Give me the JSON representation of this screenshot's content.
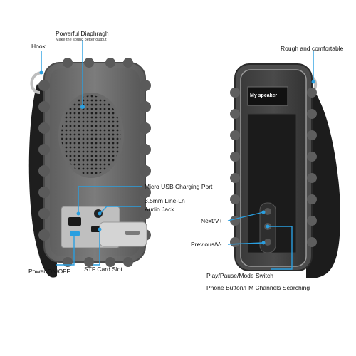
{
  "product": {
    "screen_label": "My speaker"
  },
  "callouts": {
    "diaphragm_title": "Powerful Diaphragh",
    "diaphragm_sub": "Make the sound better output",
    "hook": "Hook",
    "rough": "Rough and comfortable",
    "usb": "Micro USB Charging Port",
    "jack_line1": "3.5mm Line-Ln",
    "jack_line2": "Audio Jack",
    "power": "Power ON/OFF",
    "stf": "STF Card Slot",
    "next": "Next/V+",
    "previous": "Previous/V-",
    "play": "Play/Pause/Mode Switch",
    "phone": "Phone Button/FM Channels Searching"
  },
  "colors": {
    "callout_line": "#2a9fe0",
    "body_gray": "#7a7a7a",
    "body_dark": "#2b2b2b",
    "strap": "#1c1c1c"
  }
}
